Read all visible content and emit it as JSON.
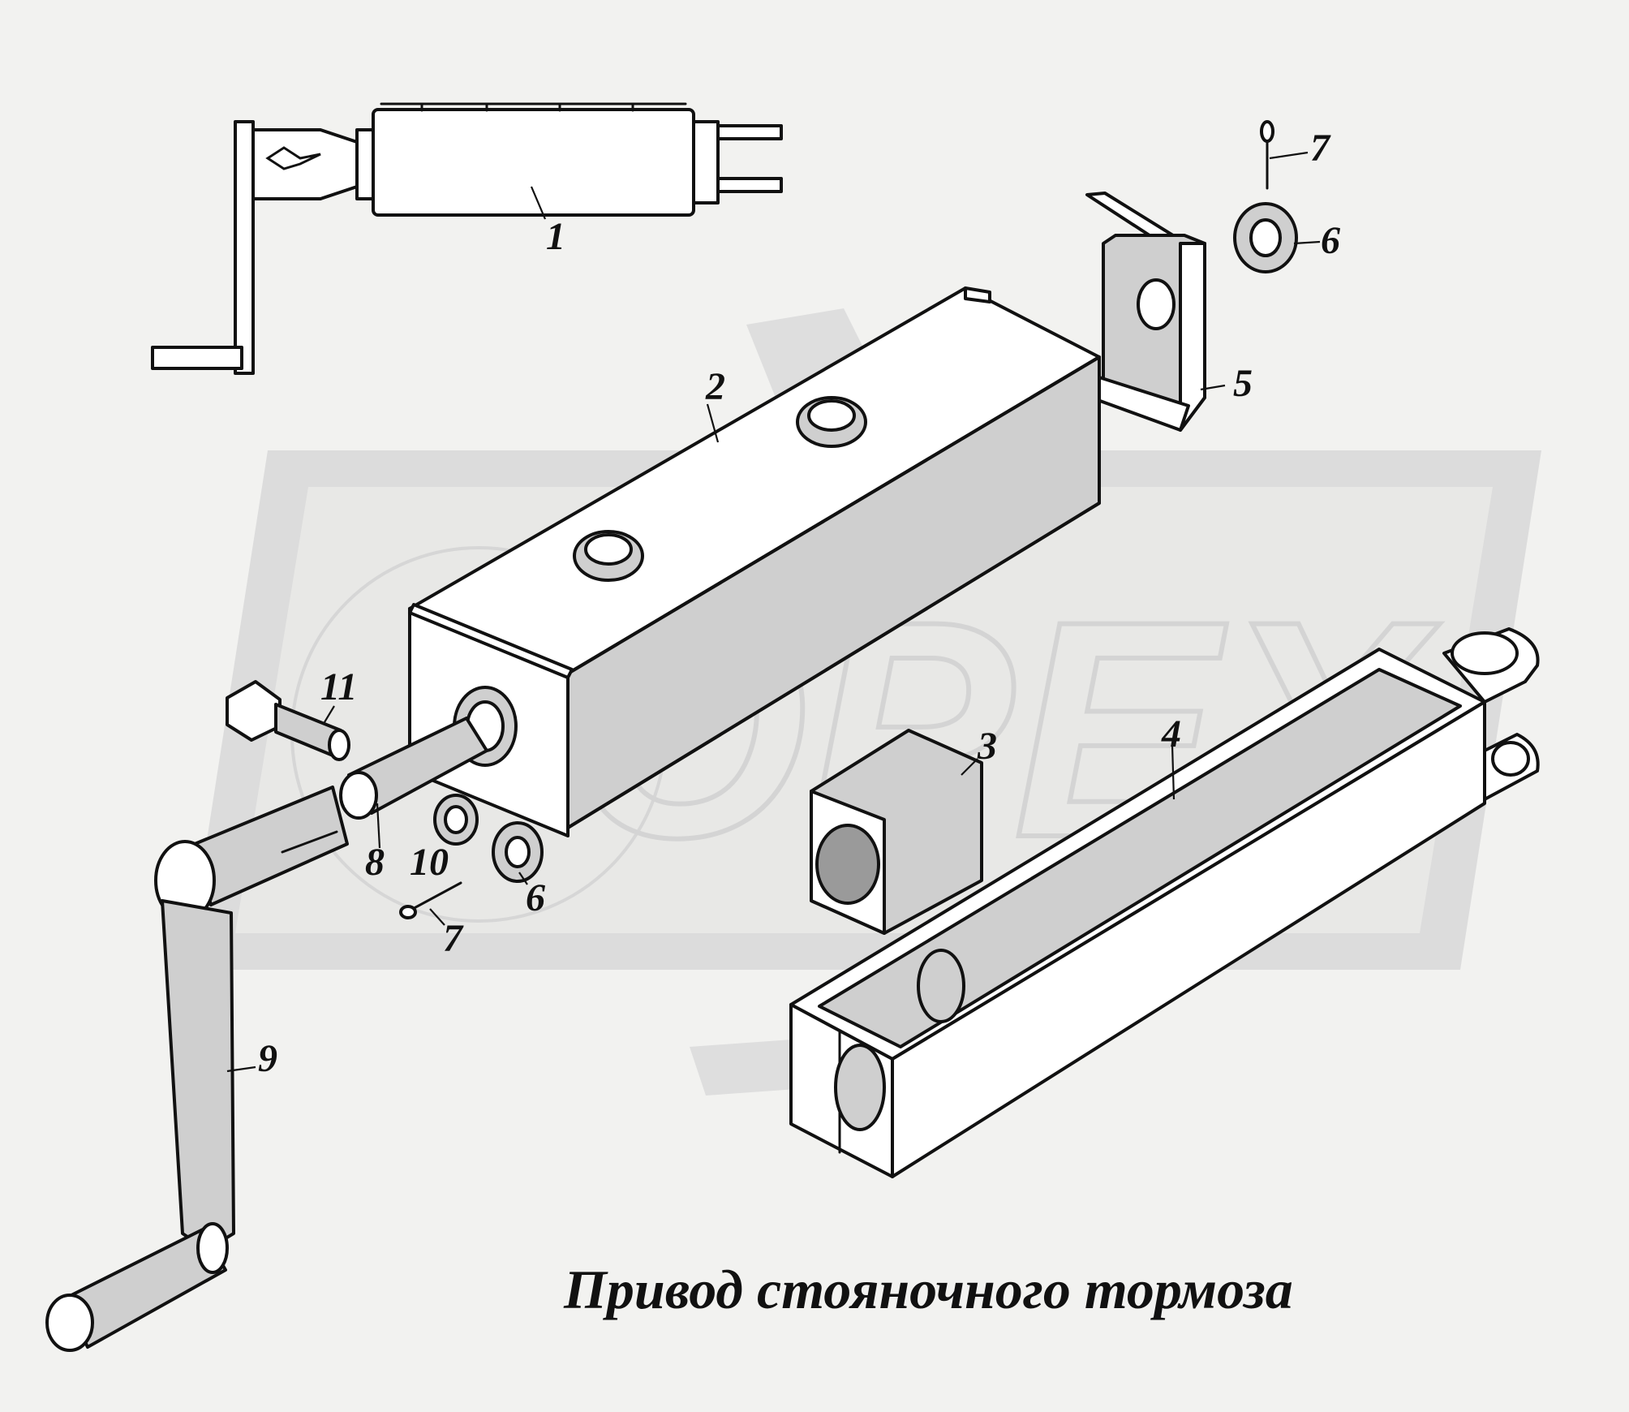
{
  "caption": "Привод стояночного тормоза",
  "watermark": "OPEX",
  "callouts": [
    "1",
    "2",
    "3",
    "4",
    "5",
    "6",
    "7",
    "8",
    "9",
    "10",
    "11",
    "6",
    "7"
  ],
  "colors": {
    "background": "#f2f2f0",
    "line": "#111111",
    "watermark": "#dcdcdc"
  }
}
